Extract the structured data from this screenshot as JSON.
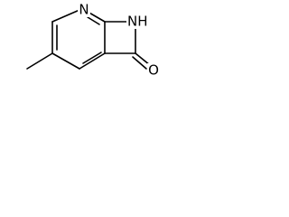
{
  "molecule": {
    "atoms": {
      "ring_nitrogen": "N",
      "amide_nitrogen": "NH",
      "carbonyl_oxygen": "O"
    },
    "colors": {
      "bond": "#000000",
      "label": "#000000",
      "background": "#ffffff"
    }
  }
}
